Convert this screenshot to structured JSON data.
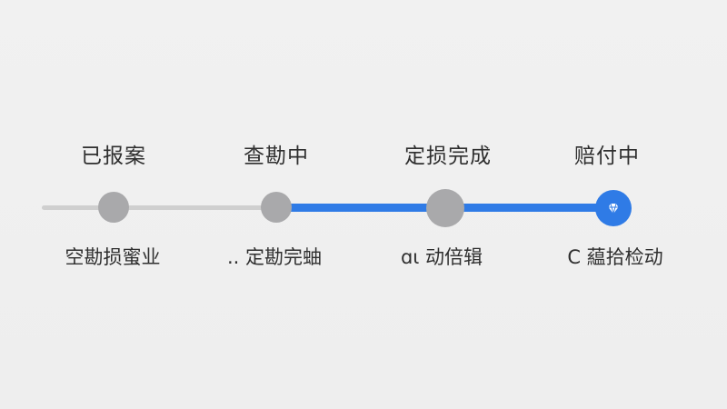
{
  "progress": {
    "steps": [
      {
        "title": "已报案",
        "subtitle": "空勘损蜜业"
      },
      {
        "title": "查勘中",
        "subtitle": ".. 定勘完蚰"
      },
      {
        "title": "定损完成",
        "subtitle": "ɑɩ 动倍辑"
      },
      {
        "title": "赔付中",
        "subtitle": "C 藴拾检动"
      }
    ],
    "colors": {
      "active_track": "#2f7be6",
      "inactive_track": "#cfcfcf",
      "node": "#a9a9ab",
      "current_node": "#2f7be6"
    },
    "current_icon": "diamond-icon"
  }
}
